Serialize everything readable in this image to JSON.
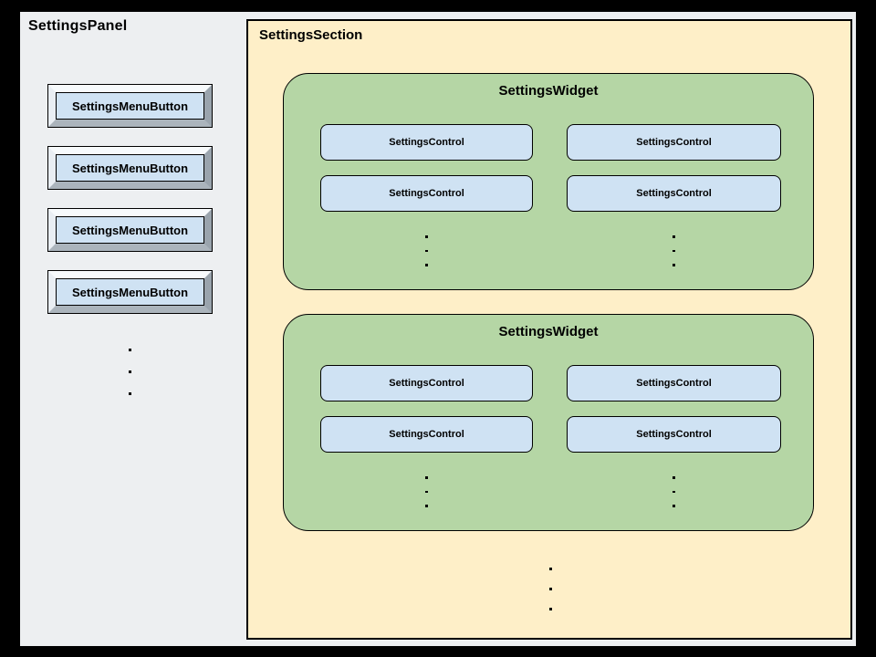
{
  "colors": {
    "canvas": "#000000",
    "panel_bg": "#edeff1",
    "section_bg": "#feefc8",
    "widget_bg": "#b5d6a5",
    "control_bg": "#cfe2f3",
    "bevel_light": "#f7fafc",
    "bevel_left": "#e9eef3",
    "bevel_right": "#9aa4ad",
    "bevel_bottom": "#abb4bc",
    "outline": "#000000",
    "text": "#000000"
  },
  "panel": {
    "title": "SettingsPanel",
    "menu_buttons": [
      {
        "label": "SettingsMenuButton"
      },
      {
        "label": "SettingsMenuButton"
      },
      {
        "label": "SettingsMenuButton"
      },
      {
        "label": "SettingsMenuButton"
      }
    ],
    "ellipsis_icon": "vertical-ellipsis",
    "ellipsis_dot_count": 3
  },
  "section": {
    "title": "SettingsSection",
    "widgets": [
      {
        "title": "SettingsWidget",
        "controls": [
          {
            "label": "SettingsControl"
          },
          {
            "label": "SettingsControl"
          },
          {
            "label": "SettingsControl"
          },
          {
            "label": "SettingsControl"
          }
        ],
        "ellipsis_icon": "vertical-ellipsis"
      },
      {
        "title": "SettingsWidget",
        "controls": [
          {
            "label": "SettingsControl"
          },
          {
            "label": "SettingsControl"
          },
          {
            "label": "SettingsControl"
          },
          {
            "label": "SettingsControl"
          }
        ],
        "ellipsis_icon": "vertical-ellipsis"
      }
    ],
    "ellipsis_icon": "vertical-ellipsis"
  }
}
